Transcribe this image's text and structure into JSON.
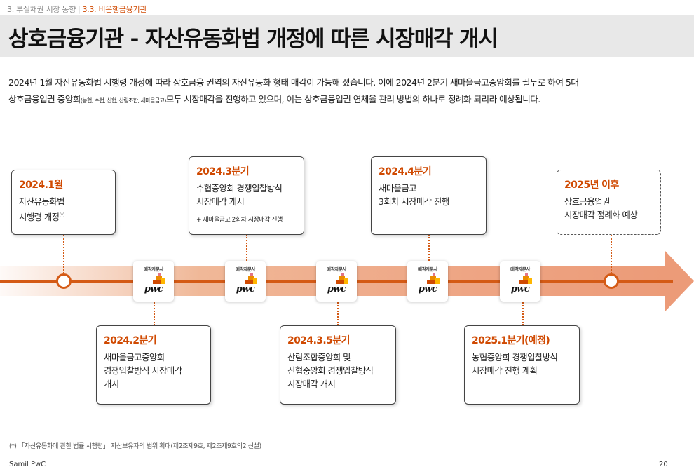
{
  "breadcrumb": {
    "section": "3. 부실채권 시장 동향",
    "separator": "|",
    "current": "3.3. 비은행금융기관"
  },
  "title": "상호금융기관 - 자산유동화법 개정에 따른 시장매각 개시",
  "intro": {
    "line1": "2024년 1월 자산유동화법 시행령 개정에 따라 상호금융 권역의 자산유동화 형태 매각이 가능해 졌습니다. 이에 2024년 2분기 새마을금고중앙회를 필두로 하여 5대",
    "line2_start": "상호금융업권 중앙회",
    "line2_small": "(농협, 수협, 신협, 산림조합, 새마을금고)",
    "line2_end": "모두 시장매각을 진행하고 있으며, 이는 상호금융업권 연체율 관리 방법의 하나로 정례화 되리라 예상됩니다."
  },
  "badge": {
    "label": "매각자문사",
    "wordmark": "pwc"
  },
  "events": {
    "e2024_1": {
      "period": "2024.1월",
      "desc": "자산유동화법\n시행령 개정",
      "sup": "(*)"
    },
    "e2024_2": {
      "period": "2024.2분기",
      "desc": "새마을금고중앙회\n경쟁입찰방식 시장매각\n개시"
    },
    "e2024_3": {
      "period": "2024.3분기",
      "desc": "수협중앙회 경쟁입찰방식\n시장매각 개시",
      "note": "+ 새마을금고 2회차 시장매각 진행"
    },
    "e2024_35": {
      "period": "2024.3.5분기",
      "desc": "산림조합중앙회 및\n신협중앙회 경쟁입찰방식\n시장매각 개시"
    },
    "e2024_4": {
      "period": "2024.4분기",
      "desc": "새마을금고\n3회차 시장매각 진행"
    },
    "e2025_1": {
      "period": "2025.1분기(예정)",
      "desc": "농협중앙회 경쟁입찰방식\n시장매각 진행 계획"
    },
    "e2025_after": {
      "period": "2025년 이후",
      "desc": "상호금융업권\n시장매각 정례화 예상"
    }
  },
  "footnote": "(*) 「자산유동화에 관한 법률 시행령」 자산보유자의 범위 확대(제2조제9호, 제2조제9호의2 신설)",
  "footer": {
    "company": "Samil PwC",
    "page": "20"
  },
  "colors": {
    "accent": "#d04a02",
    "timeline": "#d45a15",
    "band": "#ec9b78",
    "title_bg": "#e8e8e8"
  }
}
